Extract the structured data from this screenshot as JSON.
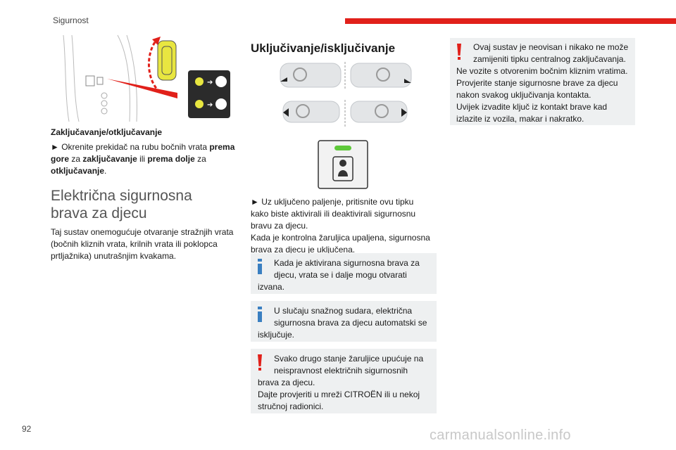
{
  "header": {
    "section": "Sigurnost",
    "page_number": "92"
  },
  "left": {
    "lock_heading": "Zaključavanje/otključavanje",
    "lock_text": {
      "arrow": "►",
      "t1": " Okrenite prekidač na rubu bočnih vrata ",
      "b1": "prema gore",
      "t2": " za ",
      "b2": "zaključavanje",
      "t3": " ili ",
      "b3": "prema dolje",
      "t4": " za ",
      "b4": "otključavanje",
      "t5": "."
    },
    "section_title_line1": "Električna sigurnosna",
    "section_title_line2": "brava za djecu",
    "intro_line1": "Taj sustav onemogućuje otvaranje stražnjih vrata",
    "intro_line2": "(bočnih kliznih vrata, krilnih vrata ili poklopca",
    "intro_line3": "prtljažnika) unutrašnjim kvakama."
  },
  "middle": {
    "heading": "Uključivanje/isključivanje",
    "instruction_line1": "► Uz uključeno paljenje, pritisnite ovu tipku",
    "instruction_line2": "kako biste aktivirali ili deaktivirali sigurnosnu",
    "instruction_line3": "bravu za djecu.",
    "instruction_line4": "Kada je kontrolna žaruljica upaljena, sigurnosna",
    "instruction_line5": "brava za djecu je uključena.",
    "info1_line1": "Kada je aktivirana sigurnosna brava za",
    "info1_line2": "djecu, vrata se i dalje mogu otvarati",
    "info1_line3": "izvana.",
    "info2_line1": "U slučaju snažnog sudara, električna",
    "info2_line2": "sigurnosna brava za djecu automatski se",
    "info2_line3": "isključuje.",
    "warn_line1": "Svako drugo stanje žaruljice upućuje na",
    "warn_line2": "neispravnost električnih sigurnosnih",
    "warn_line3": "brava za djecu.",
    "warn_line4": "Dajte provjeriti u mreži CITROËN ili u nekoj",
    "warn_line5": "stručnoj radionici."
  },
  "right": {
    "warn_line1": "Ovaj sustav je neovisan i nikako ne može",
    "warn_line2": "zamijeniti tipku centralnog zaključavanja.",
    "warn_line3": "Ne vozite s otvorenim bočnim kliznim vratima.",
    "warn_line4": "Provjerite stanje sigurnosne brave za djecu",
    "warn_line5": "nakon svakog uključivanja kontakta.",
    "warn_line6": "Uvijek izvadite ključ iz kontakt brave kad",
    "warn_line7": "izlazite iz vozila, makar i nakratko."
  },
  "watermark": "carmanualsonline.info",
  "colors": {
    "accent_red": "#e1201a",
    "info_blue": "#3a7fc1",
    "box_bg": "#eef0f1",
    "indicator_green": "#5ec83a",
    "highlight_yellow": "#e8e640"
  }
}
